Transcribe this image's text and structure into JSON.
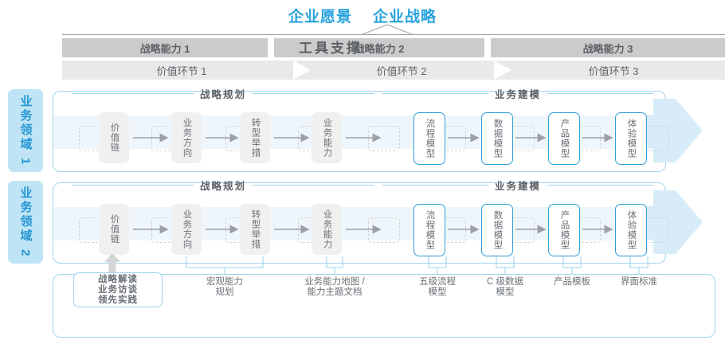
{
  "header": {
    "vision": "企业愿景",
    "strategy": "企业战略"
  },
  "capabilities": [
    {
      "label": "战略能力 1"
    },
    {
      "label": "战略能力 2"
    },
    {
      "label": "战略能力 3"
    }
  ],
  "value_chain": [
    {
      "label": "价值环节 1"
    },
    {
      "label": "价值环节 2"
    },
    {
      "label": "价值环节 3"
    }
  ],
  "domains": [
    {
      "label": "业务领域 1"
    },
    {
      "label": "业务领域 2"
    }
  ],
  "sections": {
    "planning": "战略规划",
    "modeling": "业务建模"
  },
  "nodes": [
    {
      "label": "价值链",
      "style": "gray"
    },
    {
      "label": "业务方向",
      "style": "gray"
    },
    {
      "label": "转型举措",
      "style": "gray"
    },
    {
      "label": "业务能力",
      "style": "gray"
    },
    {
      "label": "流程模型",
      "style": "blue"
    },
    {
      "label": "数据模型",
      "style": "blue"
    },
    {
      "label": "产品模型",
      "style": "blue"
    },
    {
      "label": "体验模型",
      "style": "blue"
    }
  ],
  "tools": {
    "title": "工具支撑",
    "strategy_chip": "战略解读\n业务访谈\n领先实践",
    "items": [
      {
        "label": "宏观能力\n规划"
      },
      {
        "label": "业务能力地图 /\n能力主题文档"
      },
      {
        "label": "五级流程\n模型"
      },
      {
        "label": "C 级数据\n模型"
      },
      {
        "label": "产品模板"
      },
      {
        "label": "界面标准"
      }
    ]
  },
  "colors": {
    "accent_blue": "#29a3dc",
    "node_blue_border": "#2f9fd6",
    "badge_bg": "#bfe4f5",
    "badge_text": "#2596d4",
    "cap_bar": "#cbcbcb",
    "val_bar": "#e9e9e9",
    "band": "#eef6fc",
    "band_arrow": "#d7ecf8",
    "text": "#5c6066"
  }
}
